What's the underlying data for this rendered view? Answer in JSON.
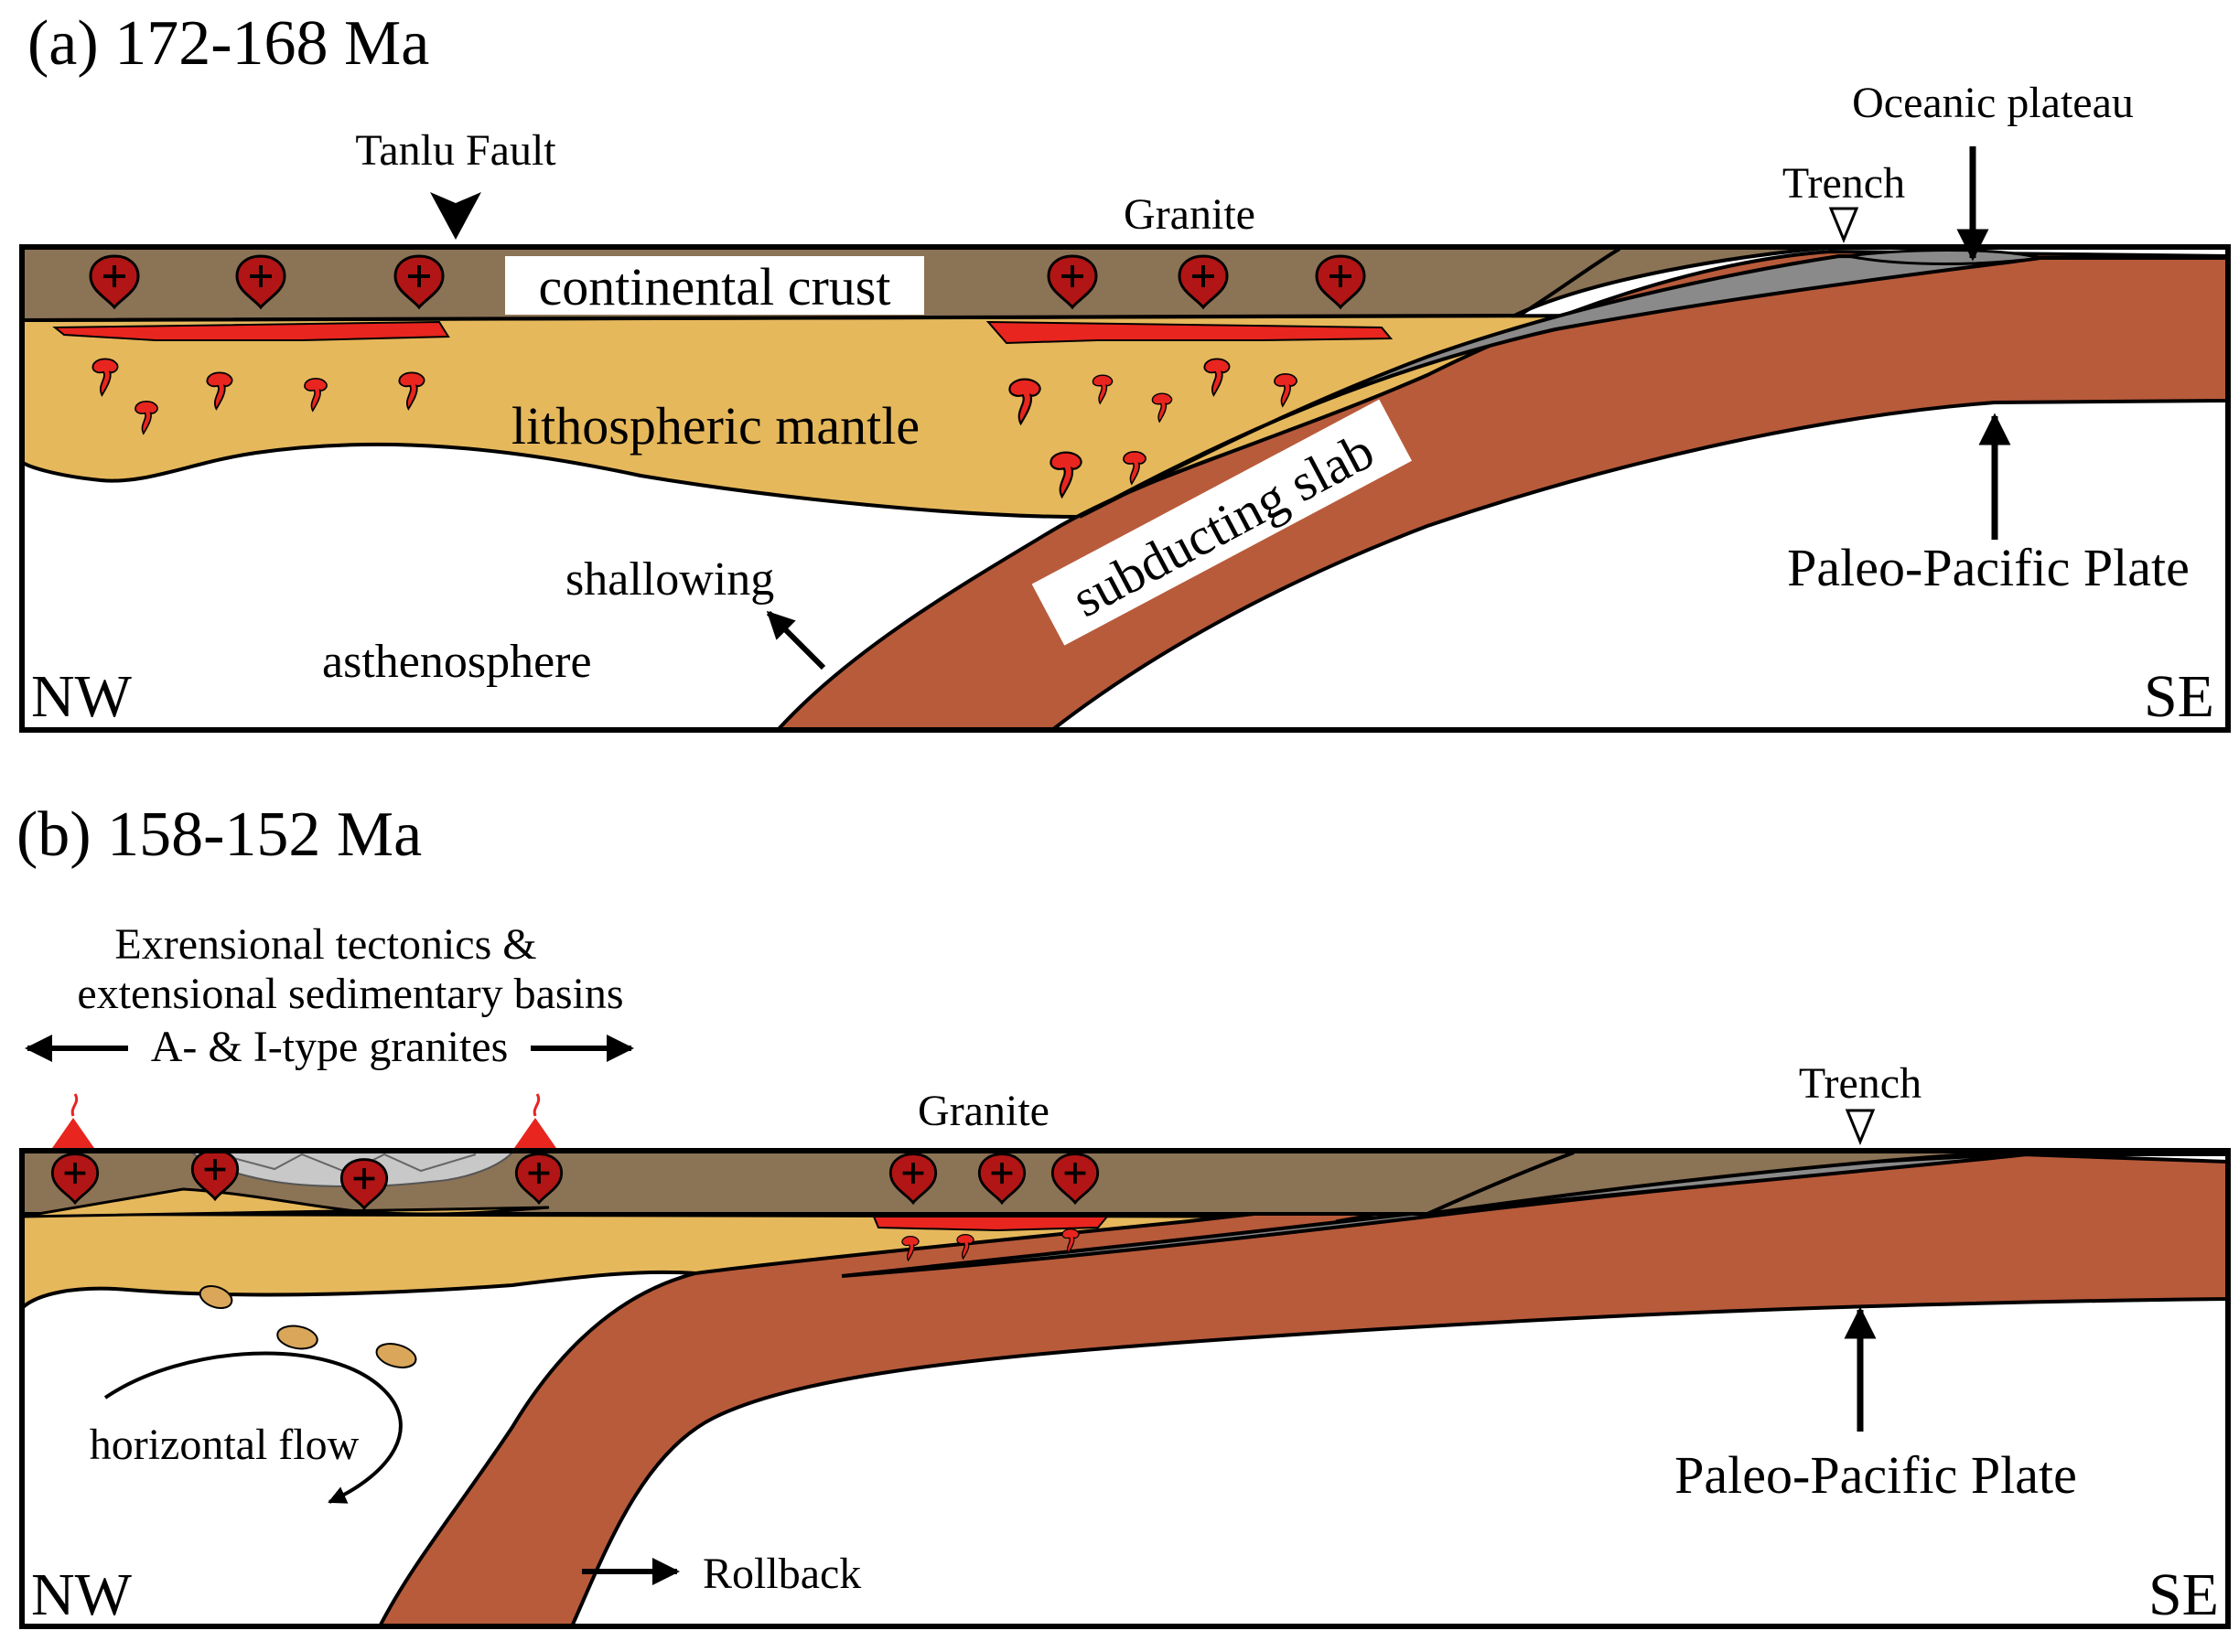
{
  "colors": {
    "crust": "#8b7355",
    "lithosphere": "#e6b85c",
    "slab": "#b85b3b",
    "accretion": "#8a8a8a",
    "magma": "#e8251f",
    "pluton": "#b21515",
    "outline": "#000000",
    "background": "#ffffff"
  },
  "panel_a": {
    "title": "(a) 172-168 Ma",
    "tanlu_fault": "Tanlu Fault",
    "granite": "Granite",
    "trench": "Trench",
    "oceanic_plateau": "Oceanic plateau",
    "continental_crust": "continental crust",
    "lithospheric_mantle": "lithospheric mantle",
    "subducting_slab": "subducting slab",
    "shallowing": "shallowing",
    "asthenosphere": "asthenosphere",
    "paleo_pacific_plate": "Paleo-Pacific Plate",
    "nw": "NW",
    "se": "SE"
  },
  "panel_b": {
    "title": "(b) 158-152 Ma",
    "extensional_line1": "Exrensional tectonics &",
    "extensional_line2": "extensional sedimentary basins",
    "granite_types": "A- & I-type granites",
    "granite": "Granite",
    "trench": "Trench",
    "horizontal_flow": "horizontal flow",
    "rollback": "Rollback",
    "paleo_pacific_plate": "Paleo-Pacific Plate",
    "nw": "NW",
    "se": "SE"
  }
}
